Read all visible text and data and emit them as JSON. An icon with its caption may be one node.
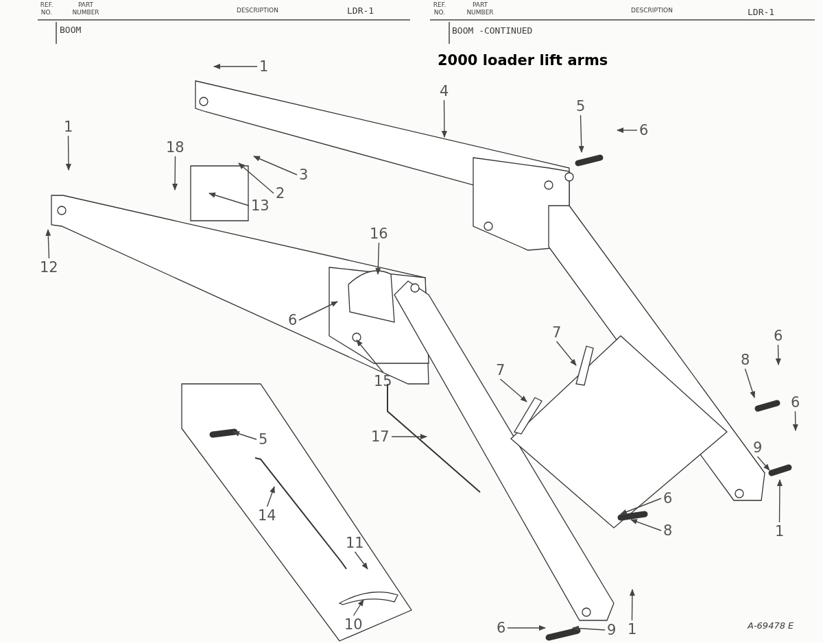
{
  "diagram": {
    "title": "2000 loader lift arms",
    "nodes": [
      {
        "text": [
          "1"
        ]
      },
      {
        "text": [
          "4"
        ]
      },
      {
        "text": [
          "5"
        ]
      },
      {
        "text": [
          "6"
        ]
      },
      {
        "text": [
          "1"
        ]
      },
      {
        "text": [
          "18"
        ]
      },
      {
        "text": [
          "3"
        ]
      },
      {
        "text": [
          "2"
        ]
      },
      {
        "text": [
          "13"
        ]
      },
      {
        "text": [
          "16"
        ]
      },
      {
        "text": [
          "12"
        ]
      },
      {
        "text": [
          "6"
        ]
      },
      {
        "text": [
          "7"
        ]
      },
      {
        "text": [
          "6"
        ]
      },
      {
        "text": [
          "15"
        ]
      },
      {
        "text": [
          "8"
        ]
      },
      {
        "text": [
          "7"
        ]
      },
      {
        "text": [
          "6"
        ]
      },
      {
        "text": [
          "9"
        ]
      },
      {
        "text": [
          "17"
        ]
      },
      {
        "text": [
          "5"
        ]
      },
      {
        "text": [
          "14"
        ]
      },
      {
        "text": [
          "6"
        ]
      },
      {
        "text": [
          "8"
        ]
      },
      {
        "text": [
          "1"
        ]
      },
      {
        "text": [
          "11"
        ]
      },
      {
        "text": [
          "10"
        ]
      },
      {
        "text": [
          "1"
        ]
      },
      {
        "text": [
          "6"
        ]
      },
      {
        "text": [
          "9"
        ]
      }
    ],
    "edges": [
      {
        "from": 0,
        "to": null,
        "arrow": "to"
      },
      {
        "from": 1,
        "to": null,
        "arrow": "to"
      },
      {
        "from": 2,
        "to": null,
        "arrow": "to"
      },
      {
        "from": 3,
        "to": null,
        "arrow": "to"
      },
      {
        "from": 4,
        "to": null,
        "arrow": "to"
      },
      {
        "from": 5,
        "to": null,
        "arrow": "to"
      },
      {
        "from": 6,
        "to": null,
        "arrow": "to"
      },
      {
        "from": 7,
        "to": null,
        "arrow": "to"
      },
      {
        "from": 8,
        "to": null,
        "arrow": "to"
      },
      {
        "from": 9,
        "to": null,
        "arrow": "to"
      },
      {
        "from": 10,
        "to": null,
        "arrow": "to"
      },
      {
        "from": 11,
        "to": null,
        "arrow": "to"
      },
      {
        "from": 12,
        "to": null,
        "arrow": "to"
      },
      {
        "from": 13,
        "to": null,
        "arrow": "to"
      },
      {
        "from": 14,
        "to": null,
        "arrow": "to"
      },
      {
        "from": 15,
        "to": null,
        "arrow": "to"
      },
      {
        "from": 16,
        "to": null,
        "arrow": "to"
      },
      {
        "from": 17,
        "to": null,
        "arrow": "to"
      },
      {
        "from": 18,
        "to": null,
        "arrow": "to"
      },
      {
        "from": 19,
        "to": null,
        "arrow": "to"
      },
      {
        "from": 20,
        "to": null,
        "arrow": "to"
      },
      {
        "from": 21,
        "to": null,
        "arrow": "to"
      },
      {
        "from": 22,
        "to": null,
        "arrow": "to"
      },
      {
        "from": 23,
        "to": null,
        "arrow": "to"
      },
      {
        "from": 24,
        "to": null,
        "arrow": "to"
      },
      {
        "from": 25,
        "to": null,
        "arrow": "to"
      },
      {
        "from": 26,
        "to": null,
        "arrow": "to"
      },
      {
        "from": 27,
        "to": null,
        "arrow": "to"
      },
      {
        "from": 28,
        "to": null,
        "arrow": "to"
      },
      {
        "from": 29,
        "to": null,
        "arrow": "to"
      }
    ],
    "labels": [
      "REF. NO.",
      "PART NUMBER",
      "DESCRIPTION",
      "LDR-1",
      "BOOM",
      "REF. NO.",
      "PART NUMBER",
      "DESCRIPTION",
      "LDR-1",
      "BOOM -CONTINUED",
      "A-69478 E"
    ]
  }
}
